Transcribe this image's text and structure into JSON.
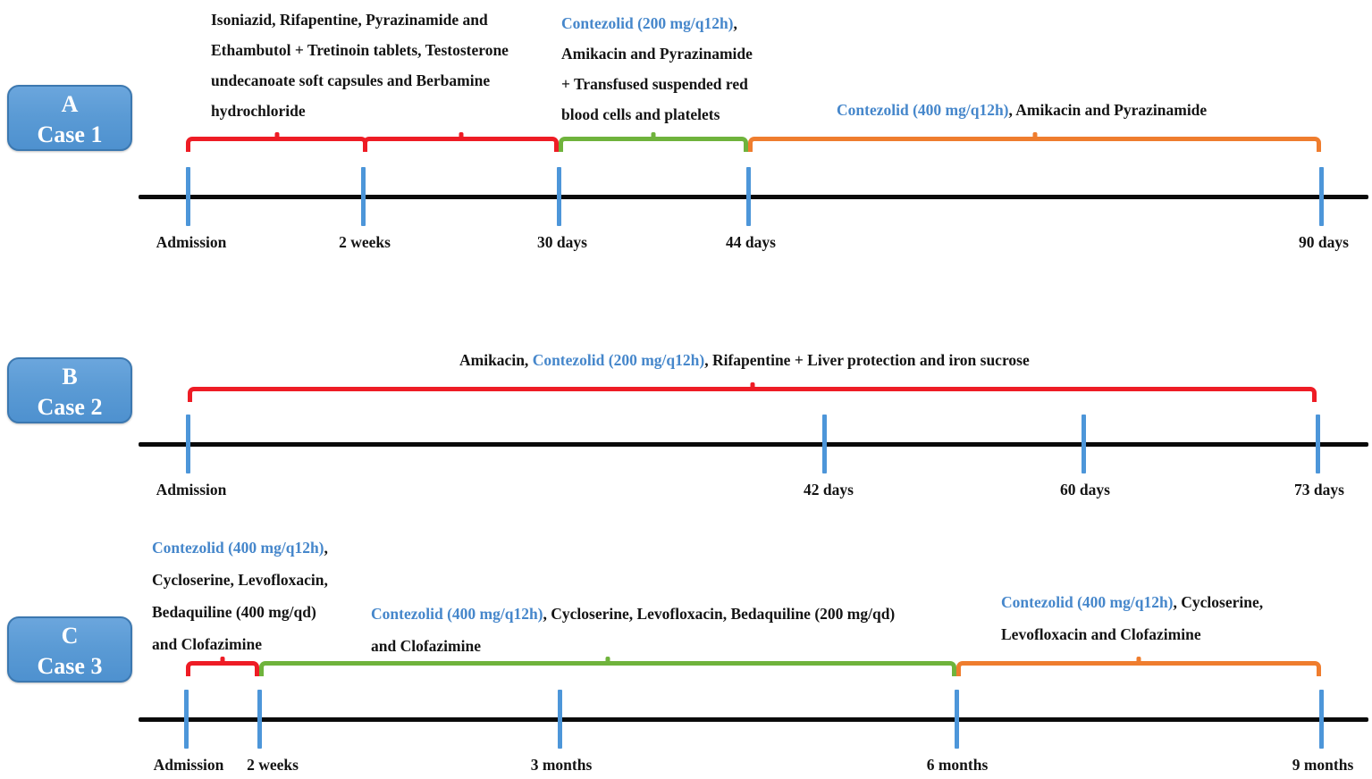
{
  "figure": {
    "colors": {
      "phase_red": "#ee1c25",
      "phase_green": "#6fb33c",
      "phase_orange": "#ef7d2e",
      "contezolid_blue": "#4687cb",
      "tick_blue": "#4d96d9",
      "badge_blue": "#5b9bd5",
      "text_black": "#141414"
    }
  },
  "panels": [
    {
      "badge": {
        "letter": "A",
        "case_label": "Case 1"
      },
      "annotations": [
        {
          "lines": [
            {
              "parts": [
                {
                  "t": "Isoniazid, Rifapentine, Pyrazinamide and",
                  "c": "black"
                }
              ]
            },
            {
              "parts": [
                {
                  "t": "Ethambutol + Tretinoin tablets, Testosterone",
                  "c": "black"
                }
              ]
            },
            {
              "parts": [
                {
                  "t": "undecanoate soft capsules and Berbamine",
                  "c": "black"
                }
              ]
            },
            {
              "parts": [
                {
                  "t": "hydrochloride",
                  "c": "black"
                }
              ]
            }
          ]
        },
        {
          "lines": [
            {
              "parts": [
                {
                  "t": "Contezolid (200 mg/q12h)",
                  "c": "blue"
                },
                {
                  "t": ",",
                  "c": "black"
                }
              ]
            },
            {
              "parts": [
                {
                  "t": "Amikacin and Pyrazinamide",
                  "c": "black"
                }
              ]
            },
            {
              "parts": [
                {
                  "t": "+ Transfused suspended red",
                  "c": "black"
                }
              ]
            },
            {
              "parts": [
                {
                  "t": "blood cells and platelets",
                  "c": "black"
                }
              ]
            }
          ]
        },
        {
          "lines": [
            {
              "parts": [
                {
                  "t": "Contezolid (400 mg/q12h)",
                  "c": "blue"
                },
                {
                  "t": ", Amikacin and Pyrazinamide",
                  "c": "black"
                }
              ]
            }
          ]
        }
      ],
      "ticks": [
        {
          "label": "Admission"
        },
        {
          "label": "2 weeks"
        },
        {
          "label": "30 days"
        },
        {
          "label": "44 days"
        },
        {
          "label": "90 days"
        }
      ],
      "phases": [
        {
          "color": "red",
          "from": "Admission",
          "to": "30 days"
        },
        {
          "color": "green",
          "from": "30 days",
          "to": "44 days"
        },
        {
          "color": "orange",
          "from": "44 days",
          "to": "90 days"
        }
      ]
    },
    {
      "badge": {
        "letter": "B",
        "case_label": "Case 2"
      },
      "annotations": [
        {
          "lines": [
            {
              "parts": [
                {
                  "t": "Amikacin, ",
                  "c": "black"
                },
                {
                  "t": "Contezolid (200 mg/q12h)",
                  "c": "blue"
                },
                {
                  "t": ", Rifapentine + Liver protection and iron sucrose",
                  "c": "black"
                }
              ]
            }
          ]
        }
      ],
      "ticks": [
        {
          "label": "Admission"
        },
        {
          "label": "42 days"
        },
        {
          "label": "60 days"
        },
        {
          "label": "73 days"
        }
      ],
      "phases": [
        {
          "color": "red",
          "from": "Admission",
          "to": "73 days"
        }
      ]
    },
    {
      "badge": {
        "letter": "C",
        "case_label": "Case 3"
      },
      "annotations": [
        {
          "lines": [
            {
              "parts": [
                {
                  "t": "Contezolid (400 mg/q12h)",
                  "c": "blue"
                },
                {
                  "t": ",",
                  "c": "black"
                }
              ]
            },
            {
              "parts": [
                {
                  "t": "Cycloserine, Levofloxacin,",
                  "c": "black"
                }
              ]
            },
            {
              "parts": [
                {
                  "t": "Bedaquiline (400 mg/qd)",
                  "c": "black"
                }
              ]
            },
            {
              "parts": [
                {
                  "t": "and Clofazimine",
                  "c": "black"
                }
              ]
            }
          ]
        },
        {
          "lines": [
            {
              "parts": [
                {
                  "t": "Contezolid (400 mg/q12h)",
                  "c": "blue"
                },
                {
                  "t": ", Cycloserine, Levofloxacin, Bedaquiline (200 mg/qd)",
                  "c": "black"
                }
              ]
            },
            {
              "parts": [
                {
                  "t": "and Clofazimine",
                  "c": "black"
                }
              ]
            }
          ]
        },
        {
          "lines": [
            {
              "parts": [
                {
                  "t": "Contezolid (400 mg/q12h)",
                  "c": "blue"
                },
                {
                  "t": ", Cycloserine,",
                  "c": "black"
                }
              ]
            },
            {
              "parts": [
                {
                  "t": "Levofloxacin and Clofazimine",
                  "c": "black"
                }
              ]
            }
          ]
        }
      ],
      "ticks": [
        {
          "label": "Admission"
        },
        {
          "label": "2 weeks"
        },
        {
          "label": "3 months"
        },
        {
          "label": "6 months"
        },
        {
          "label": "9 months"
        }
      ],
      "phases": [
        {
          "color": "red",
          "from": "Admission",
          "to": "2 weeks"
        },
        {
          "color": "green",
          "from": "2 weeks",
          "to": "6 months"
        },
        {
          "color": "orange",
          "from": "6 months",
          "to": "9 months"
        }
      ]
    }
  ]
}
